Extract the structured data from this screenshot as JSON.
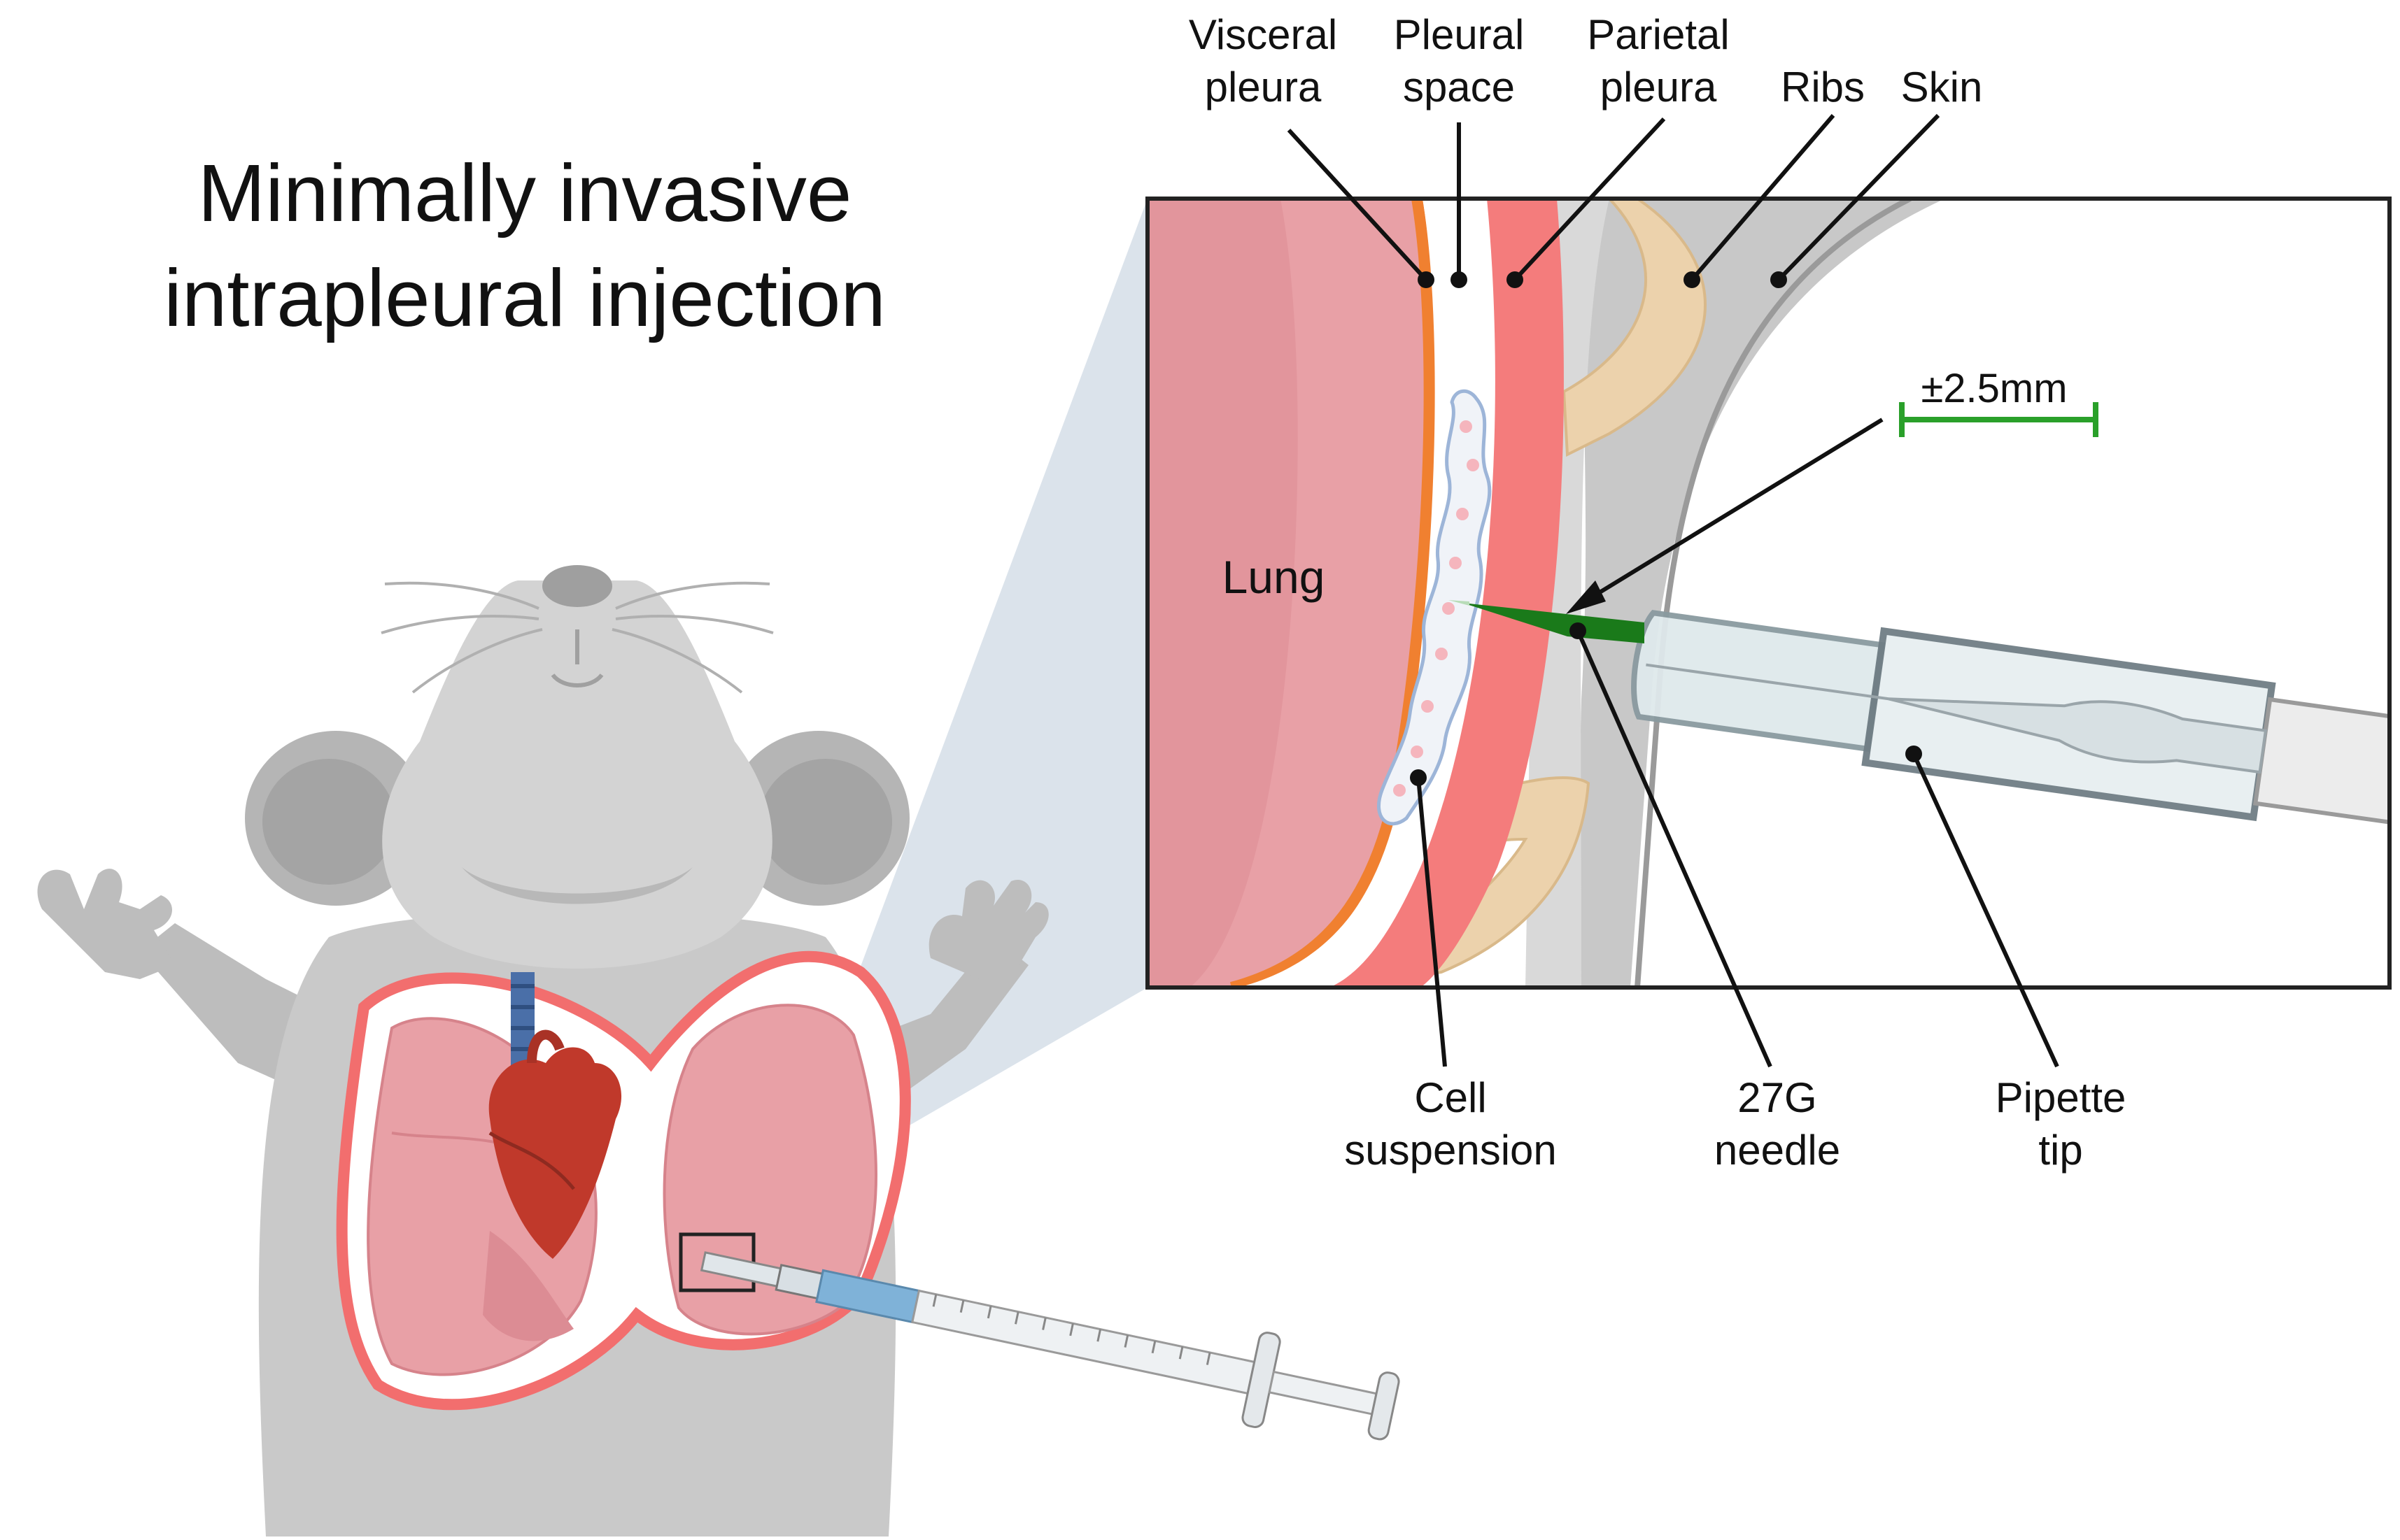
{
  "title": {
    "line1": "Minimally invasive",
    "line2": "intrapleural injection"
  },
  "labels": {
    "visceral_l1": "Visceral",
    "visceral_l2": "pleura",
    "pleural_space_l1": "Pleural",
    "pleural_space_l2": "space",
    "parietal_l1": "Parietal",
    "parietal_l2": "pleura",
    "ribs": "Ribs",
    "skin": "Skin",
    "lung": "Lung",
    "depth": "±2.5mm",
    "cell_l1": "Cell",
    "cell_l2": "suspension",
    "needle_l1": "27G",
    "needle_l2": "needle",
    "pipette_l1": "Pipette",
    "pipette_l2": "tip"
  },
  "colors": {
    "lung": "#e8a0a6",
    "visceral_pleura": "#f08030",
    "parietal_pleura": "#f47c7c",
    "ribs": "#ecd2ac",
    "skin": "#c8c8c8",
    "needle": "#1a7a1a",
    "scale_bar": "#2aa02a",
    "mouse": "#c9c9c9",
    "zoom_cone": "#d5dee8"
  }
}
